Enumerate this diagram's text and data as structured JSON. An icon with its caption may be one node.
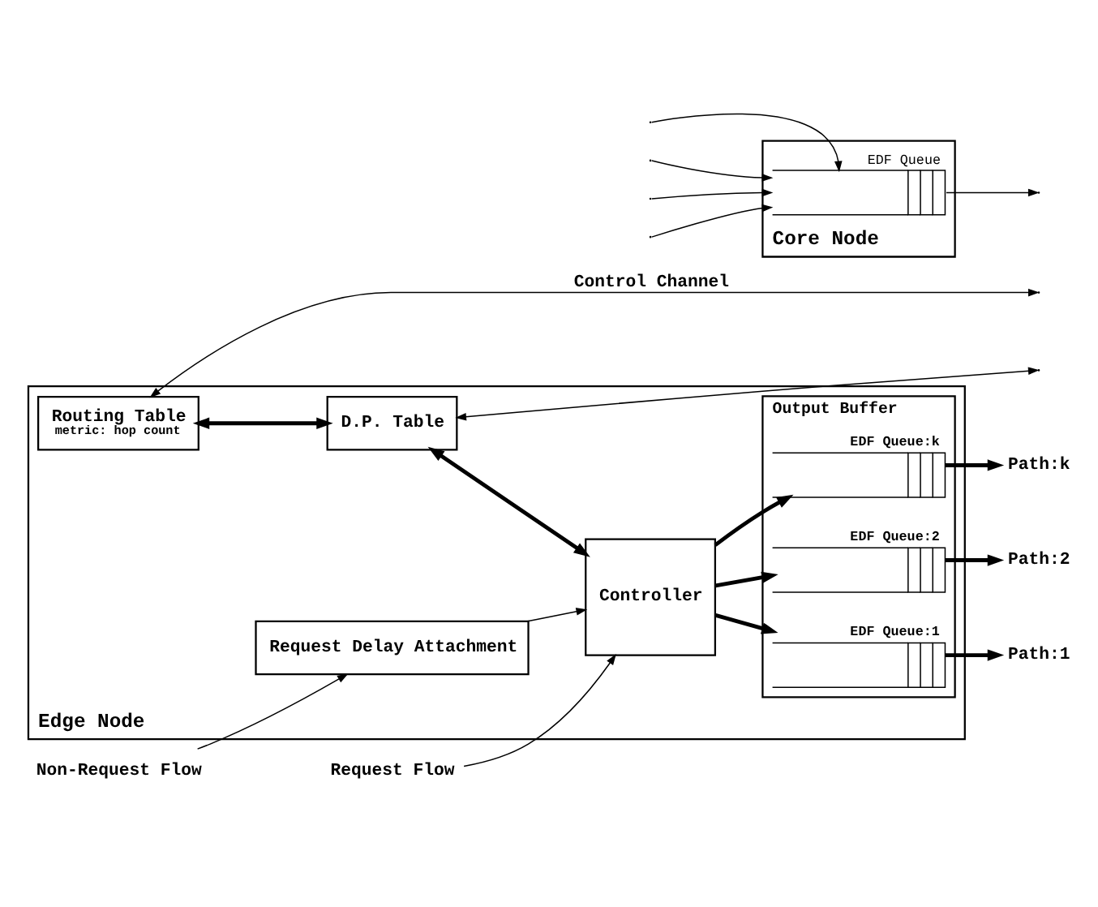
{
  "diagram": {
    "nodes": [
      {
        "text": [
          "Edge Node"
        ]
      },
      {
        "text": [
          "Routing Table",
          "metric: hop count"
        ],
        "in": 0
      },
      {
        "text": [
          "D.P. Table"
        ],
        "in": 0
      },
      {
        "text": [
          "Controller"
        ],
        "in": 0
      },
      {
        "text": [
          "Request Delay Attachment"
        ],
        "in": 0
      },
      {
        "text": [
          "Output Buffer"
        ],
        "in": 0
      },
      {
        "text": [
          "EDF Queue:1"
        ],
        "in": 5
      },
      {
        "text": [
          "EDF Queue:2"
        ],
        "in": 5
      },
      {
        "text": [
          "EDF Queue:k"
        ],
        "in": 5
      },
      {
        "text": [
          "Core Node"
        ]
      },
      {
        "text": [
          "EDF Queue"
        ],
        "in": 9
      },
      {
        "text": [
          "Request Flow"
        ]
      },
      {
        "text": [
          "Non-Request Flow"
        ]
      },
      {
        "text": [
          "Path:1"
        ]
      },
      {
        "text": [
          "Path:2"
        ]
      },
      {
        "text": [
          "Path:k"
        ]
      }
    ],
    "edges": [
      {
        "from": 1,
        "to": null,
        "arrow": "both",
        "label": "Control Channel"
      },
      {
        "from": 2,
        "to": null,
        "arrow": "both"
      },
      {
        "from": 1,
        "to": 2,
        "arrow": "both",
        "style": "thick"
      },
      {
        "from": 2,
        "to": 3,
        "arrow": "both",
        "style": "thick"
      },
      {
        "from": 11,
        "to": 3,
        "arrow": "to"
      },
      {
        "from": 12,
        "to": 4,
        "arrow": "to"
      },
      {
        "from": 4,
        "to": 3,
        "arrow": "to"
      },
      {
        "from": 3,
        "to": 6,
        "arrow": "to",
        "style": "thick"
      },
      {
        "from": 3,
        "to": 7,
        "arrow": "to",
        "style": "thick"
      },
      {
        "from": 3,
        "to": 8,
        "arrow": "to",
        "style": "thick"
      },
      {
        "from": 6,
        "to": 13,
        "arrow": "to",
        "style": "thick"
      },
      {
        "from": 7,
        "to": 14,
        "arrow": "to",
        "style": "thick"
      },
      {
        "from": 8,
        "to": 15,
        "arrow": "to",
        "style": "thick"
      },
      {
        "from": null,
        "to": 10,
        "arrow": "to"
      },
      {
        "from": null,
        "to": 10,
        "arrow": "to"
      },
      {
        "from": null,
        "to": 10,
        "arrow": "to"
      },
      {
        "from": null,
        "to": 10,
        "arrow": "to"
      },
      {
        "from": 10,
        "to": null,
        "arrow": "to"
      }
    ]
  }
}
